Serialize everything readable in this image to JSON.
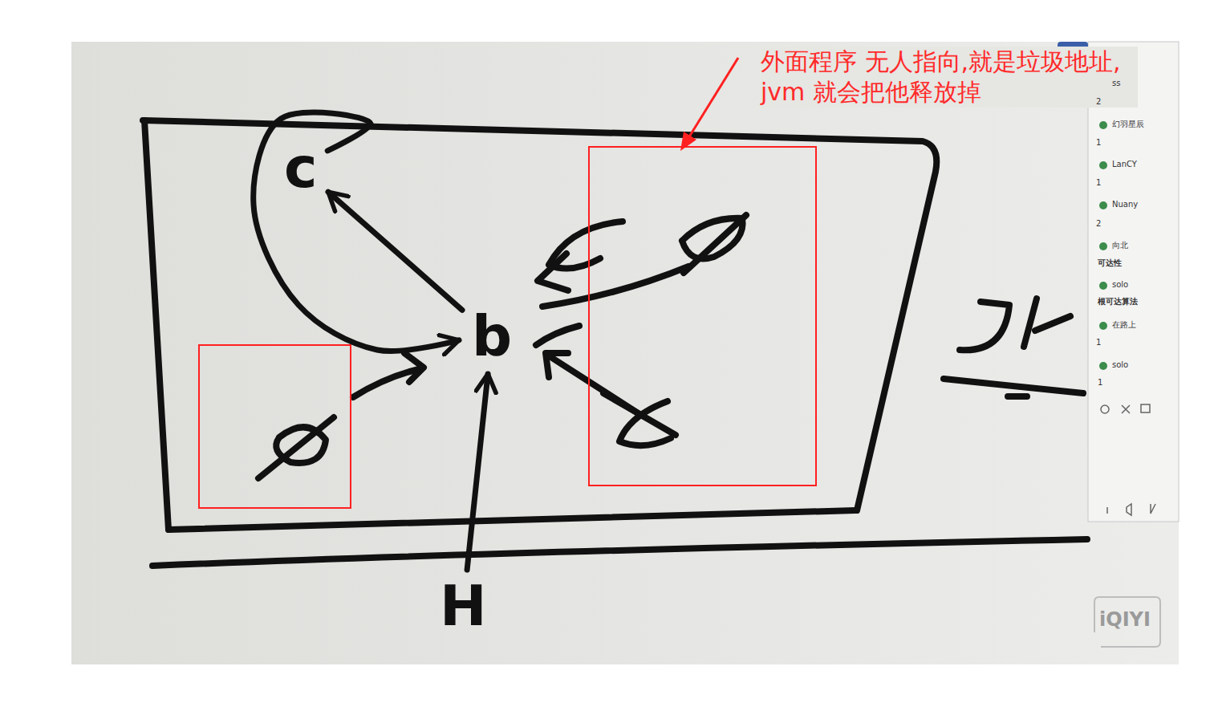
{
  "diagram": {
    "nodes": [
      {
        "text": [
          "c"
        ]
      },
      {
        "text": [
          "b"
        ]
      },
      {
        "text": [
          "H"
        ]
      }
    ],
    "edges": [
      {
        "from": 1,
        "to": 0,
        "arrow": "to"
      },
      {
        "from": 0,
        "to": 1,
        "arrow": "to"
      },
      {
        "from": 2,
        "to": 1,
        "arrow": "to"
      }
    ],
    "labels": [
      "外面程序 无人指向,就是垃圾地址, jvm 就会把他释放掉",
      "ss",
      "2",
      "幻羽星辰",
      "1",
      "LanCY",
      "1",
      "Nuany",
      "2",
      "向北",
      "可达性",
      "solo",
      "根可达算法",
      "在路上",
      "1",
      "solo",
      "1",
      "iQIYI"
    ]
  }
}
